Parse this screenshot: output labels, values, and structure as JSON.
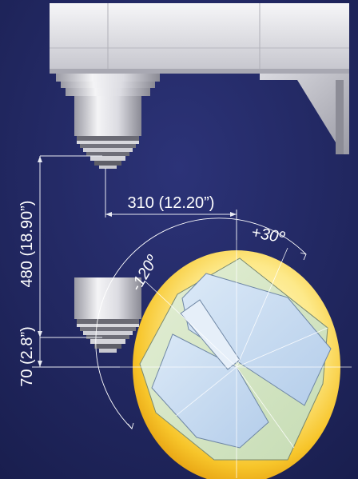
{
  "dimensions": {
    "travel_vertical": "480 (18.90”)",
    "offset_horizontal": "310 (12.20”)",
    "spindle_gap": "70 (2.8”)"
  },
  "angles": {
    "positive_tilt": "+30º",
    "negative_tilt": "-120º"
  },
  "colors": {
    "background": "#1e2459",
    "dimension_line": "#e8eaf2",
    "table_yellow": "#f4c21f",
    "table_highlight": "#fff8c8",
    "face_blue": "#c6dcf2",
    "face_green": "#d4e6c4",
    "metal_light": "#f2f2f4",
    "metal_dark": "#7c7c86"
  }
}
